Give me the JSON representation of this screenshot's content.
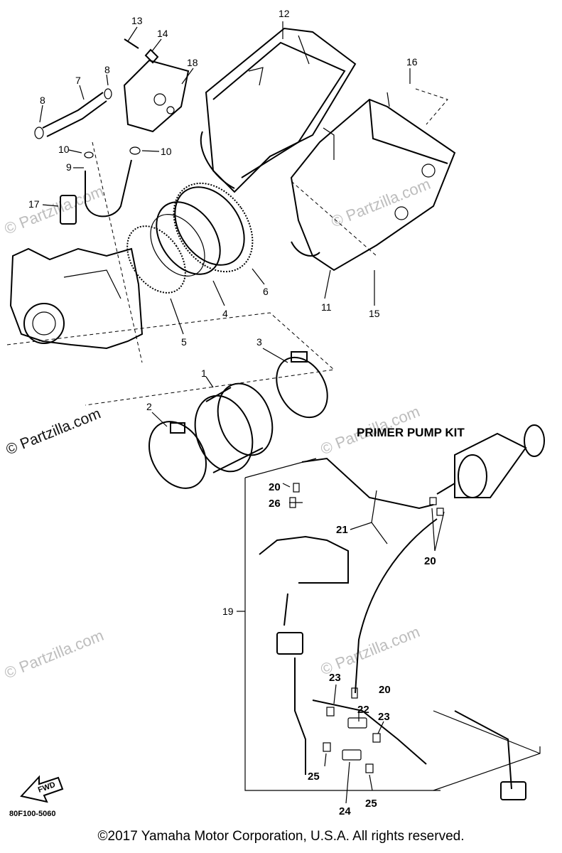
{
  "diagram": {
    "kit_title": "PRIMER PUMP KIT",
    "drawing_code": "80F100-5060",
    "fwd_label": "FWD",
    "callouts": {
      "c1": "1",
      "c2": "2",
      "c3": "3",
      "c4": "4",
      "c5": "5",
      "c6": "6",
      "c7": "7",
      "c8a": "8",
      "c8b": "8",
      "c9": "9",
      "c10a": "10",
      "c10b": "10",
      "c11": "11",
      "c12": "12",
      "c13": "13",
      "c14": "14",
      "c15": "15",
      "c16": "16",
      "c17": "17",
      "c18": "18",
      "c19": "19",
      "c20a": "20",
      "c20b": "20",
      "c20c": "20",
      "c21": "21",
      "c22": "22",
      "c23a": "23",
      "c23b": "23",
      "c24": "24",
      "c25a": "25",
      "c25b": "25",
      "c26": "26"
    },
    "watermark_text": "© Partzilla.com",
    "watermark_side": "© Partzilla.com"
  },
  "footer": {
    "copyright": "©2017 Yamaha Motor Corporation, U.S.A. All rights reserved."
  }
}
